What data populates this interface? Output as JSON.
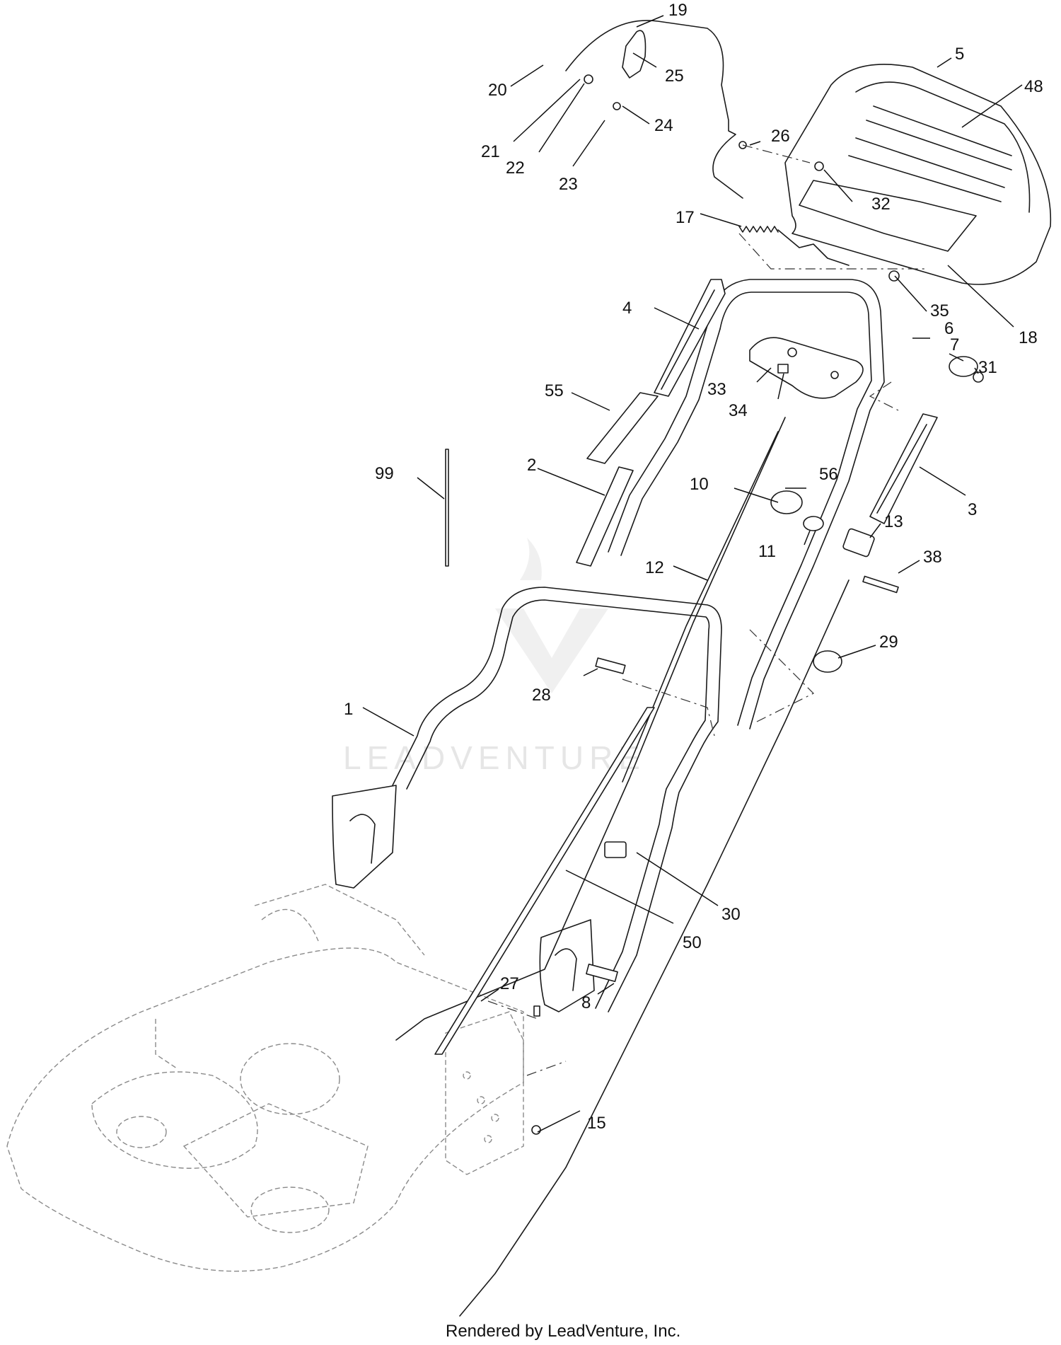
{
  "watermark": {
    "text": "LEADVENTURE"
  },
  "footer": {
    "text": "Rendered by LeadVenture, Inc."
  },
  "callouts": {
    "c1": "1",
    "c2": "2",
    "c3": "3",
    "c4": "4",
    "c5": "5",
    "c6": "6",
    "c7": "7",
    "c8": "8",
    "c10": "10",
    "c11": "11",
    "c12": "12",
    "c13": "13",
    "c15": "15",
    "c17": "17",
    "c18": "18",
    "c19": "19",
    "c20": "20",
    "c21": "21",
    "c22": "22",
    "c23": "23",
    "c24": "24",
    "c25": "25",
    "c26": "26",
    "c27": "27",
    "c28": "28",
    "c29": "29",
    "c30": "30",
    "c31": "31",
    "c32": "32",
    "c33": "33",
    "c34": "34",
    "c35": "35",
    "c38": "38",
    "c48": "48",
    "c50": "50",
    "c55": "55",
    "c56": "56",
    "c99": "99"
  }
}
